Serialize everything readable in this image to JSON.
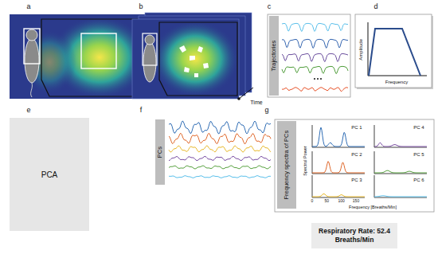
{
  "diagram": {
    "nodes": [
      {
        "text": [
          "Trajectories"
        ]
      },
      {
        "text": [
          "PCA"
        ]
      },
      {
        "text": [
          "PCs"
        ]
      },
      {
        "text": [
          "Frequency spectra of PCs"
        ]
      },
      {
        "text": [
          "Respiratory Rate: 52.4 Breaths/Min"
        ]
      }
    ],
    "labels": [
      "a",
      "b",
      "Time",
      "c",
      "d",
      "Amplitude",
      "Frequency",
      "e",
      "f",
      "g",
      "PC 1",
      "PC 4",
      "PC 2",
      "PC 5",
      "PC 3",
      "PC 6",
      "Spectral Power",
      "0",
      "50",
      "100",
      "150",
      "Frequency [Breaths/Min]"
    ]
  }
}
